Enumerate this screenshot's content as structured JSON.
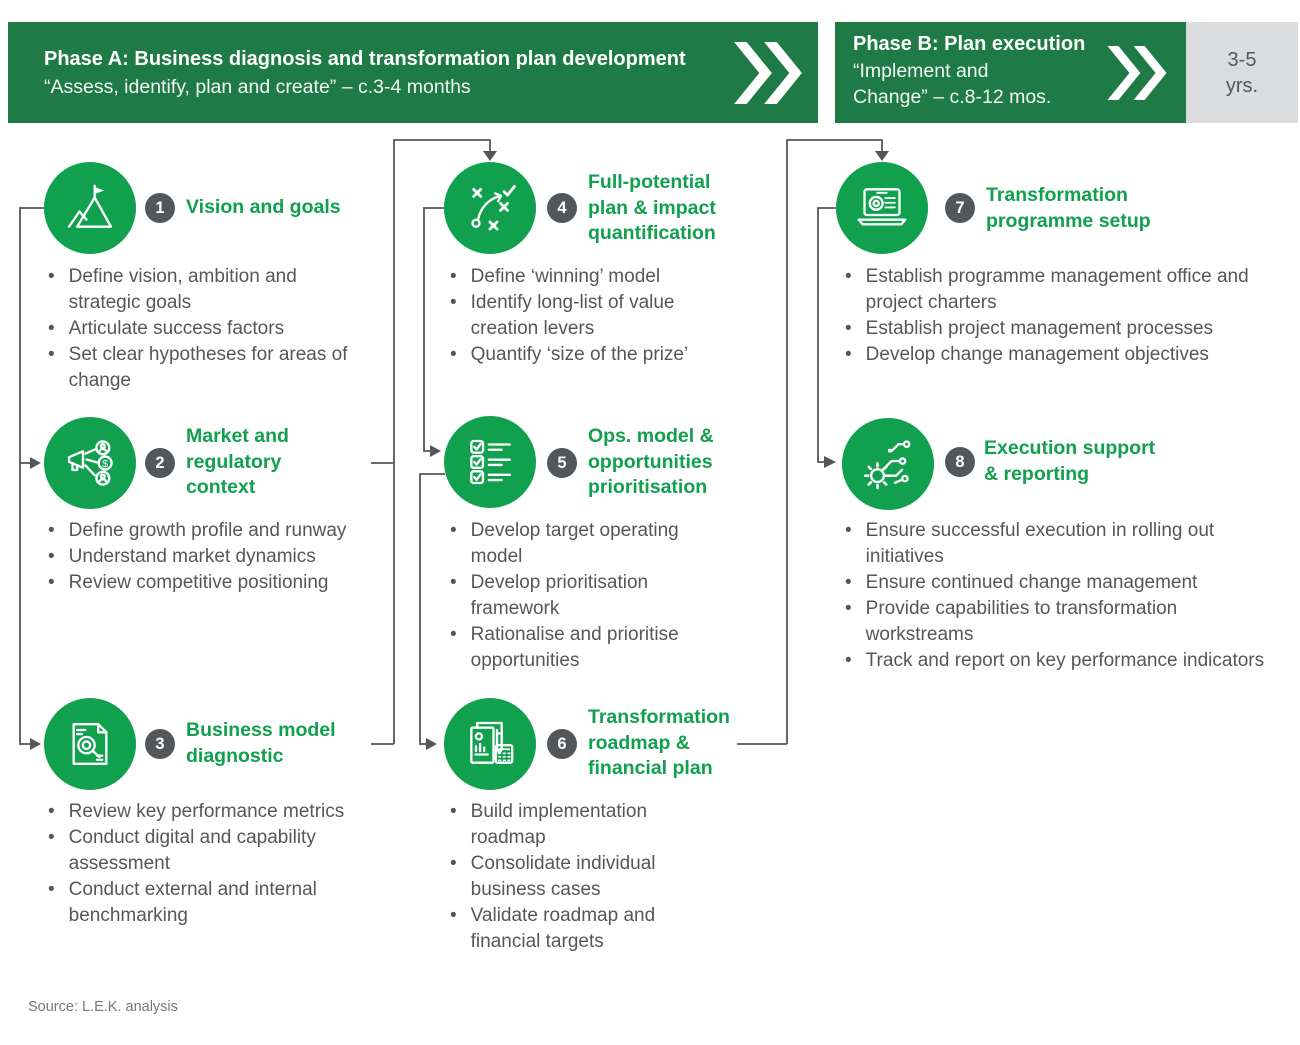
{
  "phase_a": {
    "title": "Phase A: Business diagnosis and transformation plan development",
    "subtitle": "“Assess, identify, plan and create” – c.3-4 months"
  },
  "phase_b": {
    "title": "Phase B: Plan execution",
    "subtitle": "“Implement and\nChange” – c.8-12 mos.",
    "duration": "3-5\nyrs."
  },
  "steps": [
    {
      "number": "1",
      "title": "Vision and goals",
      "icon": "mountain-flag-icon",
      "bullets": [
        "Define vision, ambition and strategic goals",
        "Articulate success factors",
        "Set clear hypotheses for areas of change"
      ]
    },
    {
      "number": "2",
      "title": "Market and\nregulatory\ncontext",
      "icon": "megaphone-network-icon",
      "bullets": [
        "Define growth profile and runway",
        "Understand market dynamics",
        "Review competitive positioning"
      ]
    },
    {
      "number": "3",
      "title": "Business model\ndiagnostic",
      "icon": "document-magnifier-icon",
      "bullets": [
        "Review key performance metrics",
        "Conduct digital and capability assessment",
        "Conduct external and internal benchmarking"
      ]
    },
    {
      "number": "4",
      "title": "Full-potential\nplan & impact\nquantification",
      "icon": "strategy-play-icon",
      "bullets": [
        "Define ‘winning’ model",
        "Identify long-list of value creation levers",
        "Quantify ‘size of the prize’"
      ]
    },
    {
      "number": "5",
      "title": "Ops. model &\nopportunities\nprioritisation",
      "icon": "checklist-icon",
      "bullets": [
        "Develop target operating model",
        "Develop prioritisation framework",
        "Rationalise and prioritise opportunities"
      ]
    },
    {
      "number": "6",
      "title": "Transformation\nroadmap &\nfinancial plan",
      "icon": "report-calculator-icon",
      "bullets": [
        "Build implementation roadmap",
        "Consolidate individual business cases",
        "Validate roadmap and financial targets"
      ]
    },
    {
      "number": "7",
      "title": "Transformation\nprogramme setup",
      "icon": "laptop-dashboard-icon",
      "bullets": [
        "Establish programme management office and project charters",
        "Establish project management processes",
        "Develop change management objectives"
      ]
    },
    {
      "number": "8",
      "title": "Execution support\n& reporting",
      "icon": "gear-circuit-icon",
      "bullets": [
        "Ensure successful execution in rolling out initiatives",
        "Ensure continued change management",
        "Provide capabilities to transformation workstreams",
        "Track and report on key performance indicators"
      ]
    }
  ],
  "source": "Source: L.E.K. analysis",
  "colors": {
    "header_green": "#1E7B46",
    "accent_green": "#10A04E",
    "dark_gray": "#54575A",
    "duration_box_gray": "#DBDCDD"
  }
}
